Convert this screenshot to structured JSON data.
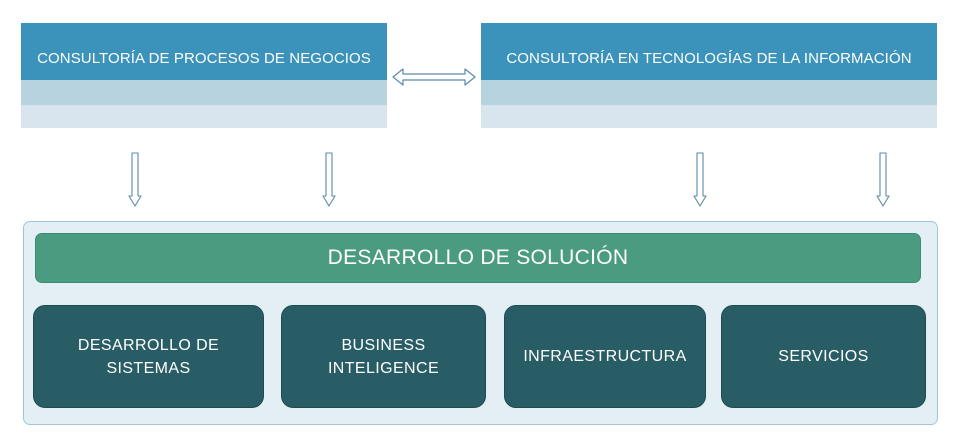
{
  "top": {
    "procesos": "CONSULTORÍA DE PROCESOS DE NEGOCIOS",
    "ti": "CONSULTORÍA EN TECNOLOGÍAS DE LA INFORMACIÓN"
  },
  "solution": {
    "header": "DESARROLLO DE SOLUCIÓN",
    "items": [
      "DESARROLLO DE\nSISTEMAS",
      "BUSINESS\nINTELIGENCE",
      "INFRAESTRUCTURA",
      "SERVICIOS"
    ]
  },
  "colors": {
    "top_band": "#3b92ba",
    "header_green": "#4a9b7f",
    "sub_box": "#295d65",
    "container": "#e3eff4"
  }
}
